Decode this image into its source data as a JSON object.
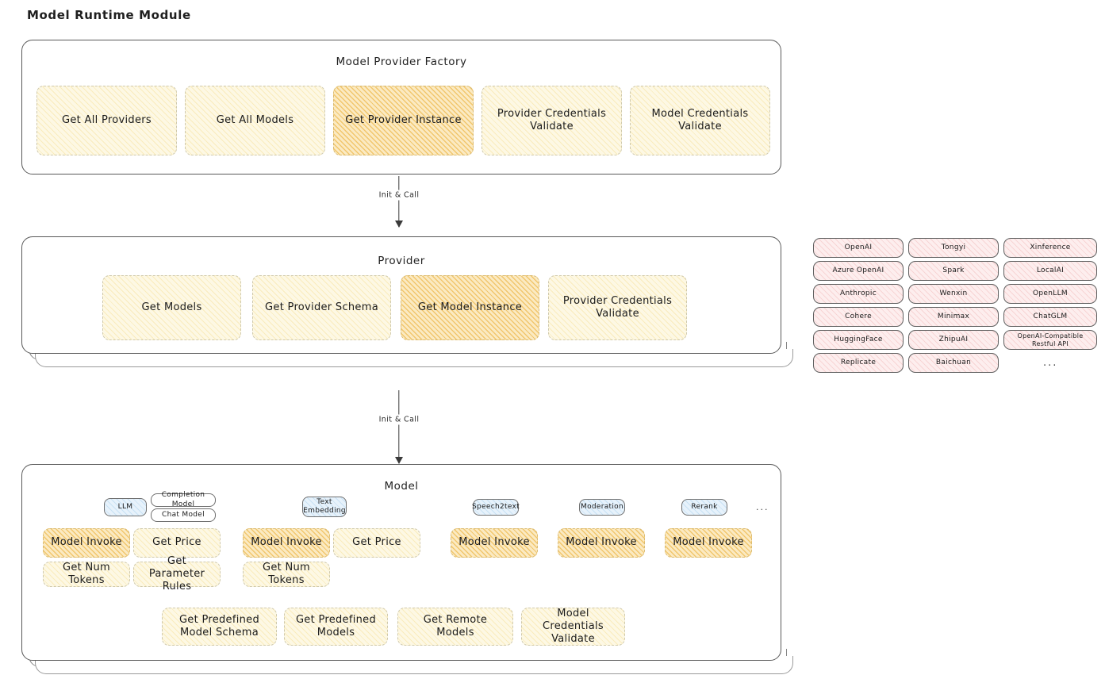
{
  "page": {
    "title": "Model Runtime Module"
  },
  "factory": {
    "title": "Model Provider Factory",
    "items": [
      {
        "label": "Get All Providers",
        "highlight": false
      },
      {
        "label": "Get All Models",
        "highlight": false
      },
      {
        "label": "Get Provider Instance",
        "highlight": true
      },
      {
        "label": "Provider Credentials Validate",
        "highlight": false
      },
      {
        "label": "Model Credentials Validate",
        "highlight": false
      }
    ]
  },
  "connector1": {
    "label": "Init & Call"
  },
  "provider": {
    "title": "Provider",
    "items": [
      {
        "label": "Get Models",
        "highlight": false
      },
      {
        "label": "Get Provider Schema",
        "highlight": false
      },
      {
        "label": "Get Model Instance",
        "highlight": true
      },
      {
        "label": "Provider Credentials Validate",
        "highlight": false
      }
    ]
  },
  "connector2": {
    "label": "Init & Call"
  },
  "provider_list": {
    "columns": [
      {
        "items": [
          "OpenAI",
          "Azure OpenAI",
          "Anthropic",
          "Cohere",
          "HuggingFace",
          "Replicate"
        ]
      },
      {
        "items": [
          "Tongyi",
          "Spark",
          "Wenxin",
          "Minimax",
          "ZhipuAI",
          "Baichuan"
        ]
      },
      {
        "items": [
          "Xinference",
          "LocalAI",
          "OpenLLM",
          "ChatGLM",
          "OpenAI-Compatible Restful API"
        ]
      }
    ],
    "more": "..."
  },
  "model": {
    "title": "Model",
    "more": "...",
    "types": [
      {
        "tag": "LLM",
        "sub_tags": [
          "Completion Model",
          "Chat Model"
        ],
        "methods": [
          {
            "label": "Model Invoke",
            "highlight": true
          },
          {
            "label": "Get Price",
            "highlight": false
          },
          {
            "label": "Get Num Tokens",
            "highlight": false
          },
          {
            "label": "Get Parameter Rules",
            "highlight": false
          }
        ]
      },
      {
        "tag": "Text Embedding",
        "sub_tags": [],
        "methods": [
          {
            "label": "Model Invoke",
            "highlight": true
          },
          {
            "label": "Get Price",
            "highlight": false
          },
          {
            "label": "Get Num Tokens",
            "highlight": false
          }
        ]
      },
      {
        "tag": "Speech2text",
        "sub_tags": [],
        "methods": [
          {
            "label": "Model Invoke",
            "highlight": true
          }
        ]
      },
      {
        "tag": "Moderation",
        "sub_tags": [],
        "methods": [
          {
            "label": "Model Invoke",
            "highlight": true
          }
        ]
      },
      {
        "tag": "Rerank",
        "sub_tags": [],
        "methods": [
          {
            "label": "Model Invoke",
            "highlight": true
          }
        ]
      }
    ],
    "common_methods": [
      "Get Predefined Model Schema",
      "Get Predefined Models",
      "Get Remote Models",
      "Model Credentials Validate"
    ]
  },
  "colors": {
    "cream": "#fdf8e4",
    "orange": "#fbeac2",
    "blue": "#e7f2fb",
    "pink": "#fdeeee",
    "stroke": "#595959",
    "text": "#1b1b1b"
  }
}
